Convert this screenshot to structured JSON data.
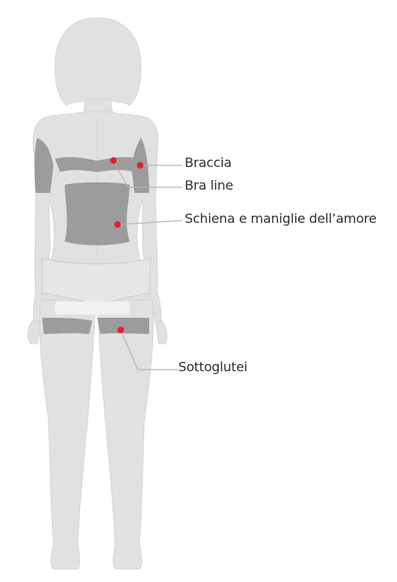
{
  "labels": {
    "arms": "Braccia",
    "bra_line": "Bra line",
    "back": "Schiena e maniglie dell’amore",
    "under_buttocks": "Sottoglutei"
  },
  "colors": {
    "body": "#e1e1e1",
    "body_outline": "#d2d2d2",
    "zone": "#9c9c9c",
    "marker": "#e0202a",
    "leader": "#b4b4b4",
    "text": "#2f2f2f"
  }
}
